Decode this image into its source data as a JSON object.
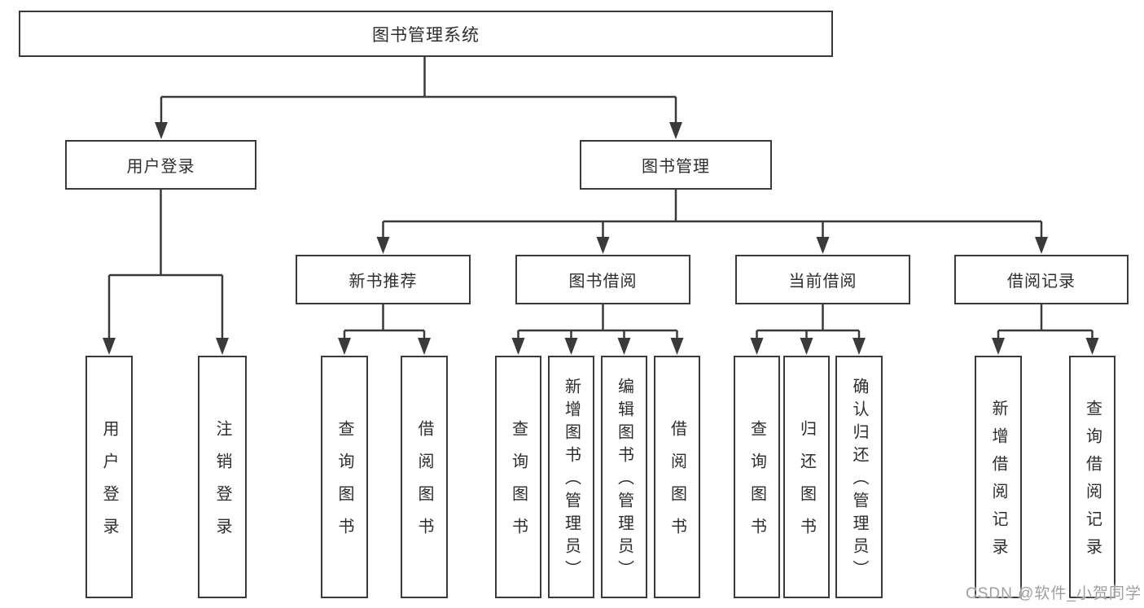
{
  "root": {
    "label": "图书管理系统"
  },
  "login": {
    "label": "用户登录",
    "children": [
      {
        "label": "用户登录"
      },
      {
        "label": "注销登录"
      }
    ]
  },
  "management": {
    "label": "图书管理",
    "sections": [
      {
        "label": "新书推荐",
        "children": [
          {
            "label": "查询图书"
          },
          {
            "label": "借阅图书"
          }
        ]
      },
      {
        "label": "图书借阅",
        "children": [
          {
            "label": "查询图书"
          },
          {
            "label": "新增图书（管理员）"
          },
          {
            "label": "编辑图书（管理员）"
          },
          {
            "label": "借阅图书"
          }
        ]
      },
      {
        "label": "当前借阅",
        "children": [
          {
            "label": "查询图书"
          },
          {
            "label": "归还图书"
          },
          {
            "label": "确认归还（管理员）"
          }
        ]
      },
      {
        "label": "借阅记录",
        "children": [
          {
            "label": "新增借阅记录"
          },
          {
            "label": "查询借阅记录"
          }
        ]
      }
    ]
  },
  "watermark": {
    "text": "CSDN @软件_小贺同学"
  },
  "colors": {
    "line": "#3a3a3a",
    "text": "#2d2d2d",
    "watermark": "#9f9f9f",
    "background": "#ffffff"
  }
}
